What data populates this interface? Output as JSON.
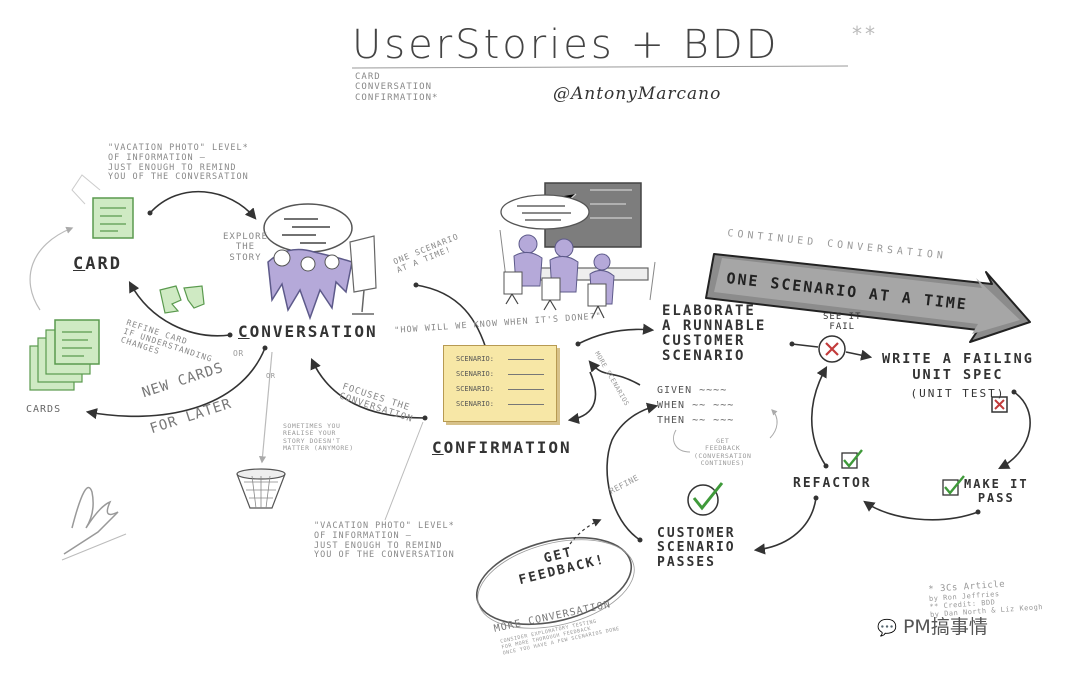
{
  "title": "UserStories + BDD",
  "title_asterisks": "**",
  "author": "@AntonyMarcano",
  "three_cs": [
    "CARD",
    "CONVERSATION",
    "CONFIRMATION*"
  ],
  "vacation_note_top": [
    "\"VACATION PHOTO\" LEVEL*",
    "OF INFORMATION —",
    "JUST ENOUGH TO REMIND",
    "YOU OF THE CONVERSATION"
  ],
  "vacation_note_bottom": [
    "\"VACATION PHOTO\" LEVEL*",
    "OF INFORMATION —",
    "JUST ENOUGH TO REMIND",
    "YOU OF THE CONVERSATION"
  ],
  "card_label": "CARD",
  "cards_label": "CARDS",
  "conversation_label": "CONVERSATION",
  "confirmation_label": "CONFIRMATION",
  "explore_story": [
    "EXPLORE",
    "THE",
    "STORY"
  ],
  "refine_card": [
    "REFINE CARD",
    "IF UNDERSTANDING",
    "CHANGES"
  ],
  "or_1": "OR",
  "or_2": "OR",
  "new_cards": [
    "NEW CARDS",
    "FOR LATER"
  ],
  "sometimes_note": [
    "SOMETIMES YOU",
    "REALISE YOUR",
    "STORY DOESN'T",
    "MATTER (ANYMORE)"
  ],
  "focuses": [
    "FOCUSES THE",
    "CONVERSATION"
  ],
  "one_scenario_small": [
    "ONE SCENARIO",
    "AT A TIME!"
  ],
  "how_will_we_know": "\"HOW WILL WE KNOW WHEN IT'S DONE?\"",
  "scenarios": [
    "SCENARIO:",
    "SCENARIO:",
    "SCENARIO:",
    "SCENARIO:"
  ],
  "continued_conversation": "CONTINUED CONVERSATION",
  "banner": "ONE SCENARIO AT A TIME",
  "elaborate": [
    "ELABORATE",
    "A RUNNABLE",
    "CUSTOMER",
    "SCENARIO"
  ],
  "gwt": [
    "GIVEN",
    "WHEN",
    "THEN"
  ],
  "get_feedback_small": [
    "GET",
    "FEEDBACK",
    "(CONVERSATION",
    "CONTINUES)"
  ],
  "see_it_fail": [
    "SEE IT",
    "FAIL"
  ],
  "write_failing": [
    "WRITE A FAILING",
    "UNIT SPEC",
    "(UNIT TEST)"
  ],
  "make_it_pass": [
    "MAKE IT",
    "PASS"
  ],
  "refactor": "REFACTOR",
  "customer_passes": [
    "CUSTOMER",
    "SCENARIO",
    "PASSES"
  ],
  "more_scenarios": "MORE SCENARIOS",
  "refine": "REFINE",
  "get_feedback_big": [
    "GET",
    "FEEDBACK!"
  ],
  "more_conversation": "MORE CONVERSATION",
  "more_conv_small": [
    "CONSIDER EXPLORATORY TESTING",
    "FOR MORE THOROUGH FEEDBACK",
    "ONCE YOU HAVE A FEW SCENARIOS DONE"
  ],
  "article_note": [
    "* 3Cs Article",
    "by Ron Jeffries",
    "** Credit: BDD",
    "by Dan North & Liz Keogh"
  ],
  "watermark": "PM搞事情",
  "colors": {
    "card_green": "#cfeac3",
    "card_border": "#5a9a4e",
    "scenario_yellow": "#f7e7a6",
    "people_purple": "#b5a9d9",
    "banner_gray": "#8c8c8c",
    "check_green": "#3f9a3a",
    "fail_red": "#c23b3b"
  },
  "icons": [
    "card-icon",
    "card-stack-icon",
    "torn-cards-icon",
    "waste-basket-icon",
    "thought-bubble-icon",
    "team-icon",
    "monitor-icon",
    "fail-icon",
    "checkmark-icon",
    "signature-icon",
    "wechat-icon"
  ]
}
